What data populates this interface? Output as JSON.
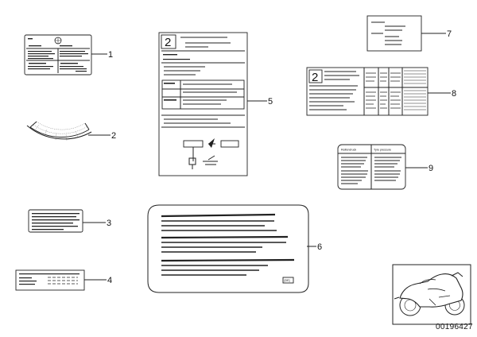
{
  "callouts": [
    {
      "number": "1"
    },
    {
      "number": "2"
    },
    {
      "number": "3"
    },
    {
      "number": "4"
    },
    {
      "number": "5"
    },
    {
      "number": "6"
    },
    {
      "number": "7"
    },
    {
      "number": "8"
    },
    {
      "number": "9"
    }
  ],
  "label_sheet_number": "2",
  "label_header_left": "Reifendruck",
  "label_header_right": "Tyre pressure",
  "label_code": "[DE]",
  "part_number": "00196427"
}
